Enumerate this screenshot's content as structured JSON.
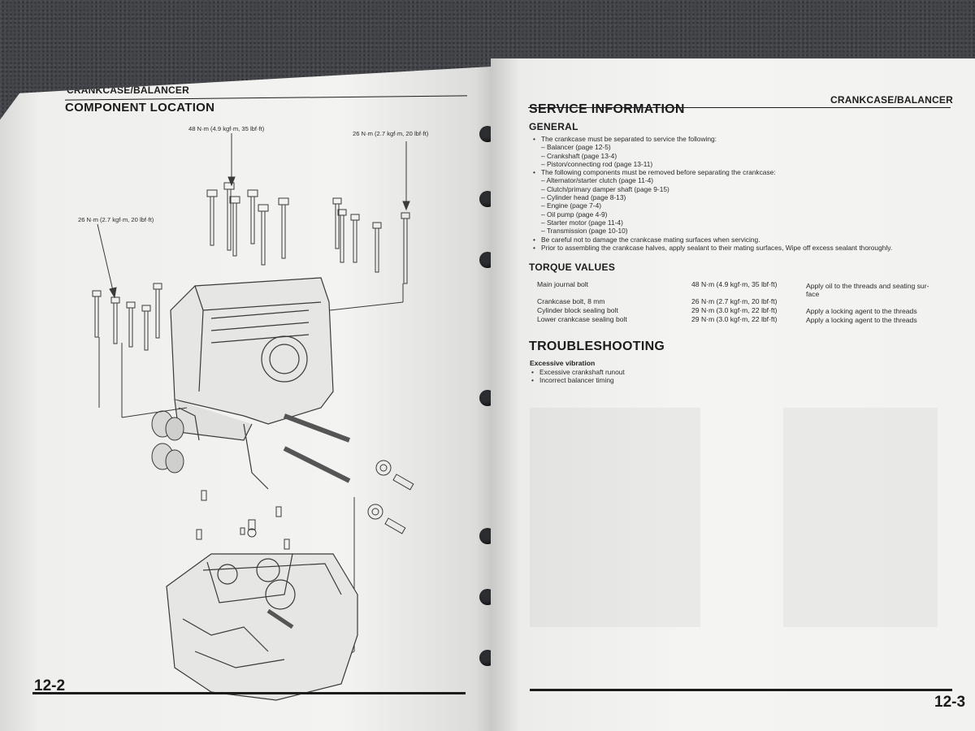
{
  "left_page": {
    "section_header": "CRANKCASE/BALANCER",
    "title": "COMPONENT LOCATION",
    "callouts": {
      "top_center": "48 N·m (4.9 kgf·m, 35 lbf·ft)",
      "top_right": "26 N·m (2.7 kgf·m, 20 lbf·ft)",
      "left": "26 N·m (2.7 kgf·m, 20 lbf·ft)"
    },
    "page_number": "12-2"
  },
  "right_page": {
    "section_header": "CRANKCASE/BALANCER",
    "title": "SERVICE INFORMATION",
    "general_heading": "GENERAL",
    "general": {
      "b1": "The crankcase must be separated to service the following:",
      "b1_subs": [
        "– Balancer (page 12-5)",
        "– Crankshaft (page 13-4)",
        "– Piston/connecting rod (page 13-11)"
      ],
      "b2": "The following components must be removed before separating the crankcase:",
      "b2_subs": [
        "– Alternator/starter clutch (page 11-4)",
        "– Clutch/primary damper shaft (page 9-15)",
        "– Cylinder head (page 8-13)",
        "– Engine (page 7-4)",
        "– Oil pump (page 4-9)",
        "– Starter motor (page 11-4)",
        "– Transmission (page 10-10)"
      ],
      "b3": "Be careful not to damage the crankcase mating surfaces when servicing.",
      "b4": "Prior to assembling the crankcase halves, apply sealant to their mating surfaces, Wipe off excess sealant thoroughly."
    },
    "torque_heading": "TORQUE VALUES",
    "torque_rows": [
      {
        "item": "Main journal bolt",
        "value": "48 N·m (4.9 kgf·m, 35 lbf·ft)",
        "note": "Apply oil to the threads and seating sur-",
        "note2": "face"
      },
      {
        "item": "Crankcase bolt, 8 mm",
        "value": "26 N·m (2.7 kgf·m, 20 lbf·ft)",
        "note": "",
        "note2": ""
      },
      {
        "item": "Cylinder block sealing bolt",
        "value": "29 N·m (3.0 kgf·m, 22 lbf·ft)",
        "note": "Apply a locking agent to the threads",
        "note2": ""
      },
      {
        "item": "Lower crankcase sealing bolt",
        "value": "29 N·m (3.0 kgf·m, 22 lbf·ft)",
        "note": "Apply a locking agent to the threads",
        "note2": ""
      }
    ],
    "troubleshooting_heading": "TROUBLESHOOTING",
    "troubleshooting": {
      "subheading": "Excessive vibration",
      "items": [
        "Excessive crankshaft runout",
        "Incorrect balancer timing"
      ]
    },
    "page_number": "12-3"
  }
}
